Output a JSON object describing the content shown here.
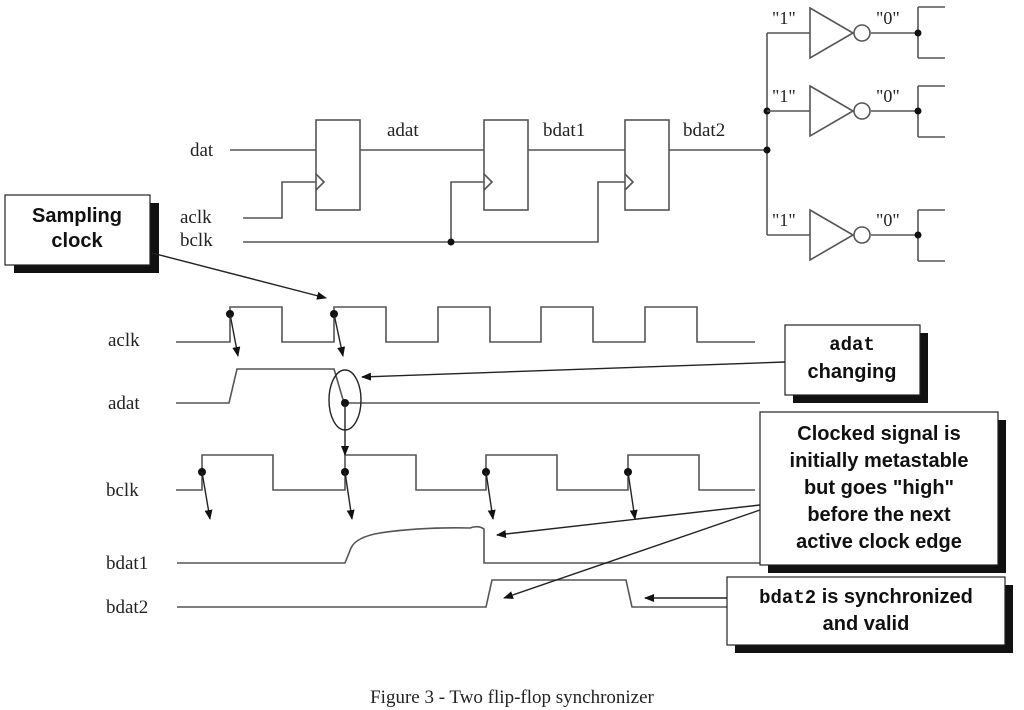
{
  "schematic": {
    "inputs": [
      "dat",
      "aclk",
      "bclk"
    ],
    "nets": [
      "adat",
      "bdat1",
      "bdat2"
    ],
    "gate_input_value": "\"1\"",
    "gate_output_value": "\"0\""
  },
  "timing": {
    "signals": [
      "aclk",
      "adat",
      "bclk",
      "bdat1",
      "bdat2"
    ]
  },
  "callouts": {
    "sampling_clock": [
      "Sampling",
      "clock"
    ],
    "adat_changing": [
      "adat",
      "changing"
    ],
    "clocked_signal": [
      "Clocked signal is",
      "initially metastable",
      "but goes \"high\"",
      "before the next",
      "active clock edge"
    ],
    "bdat2_sync": [
      "bdat2",
      " is synchronized",
      "and valid"
    ]
  },
  "caption": "Figure 3 - Two flip-flop synchronizer"
}
